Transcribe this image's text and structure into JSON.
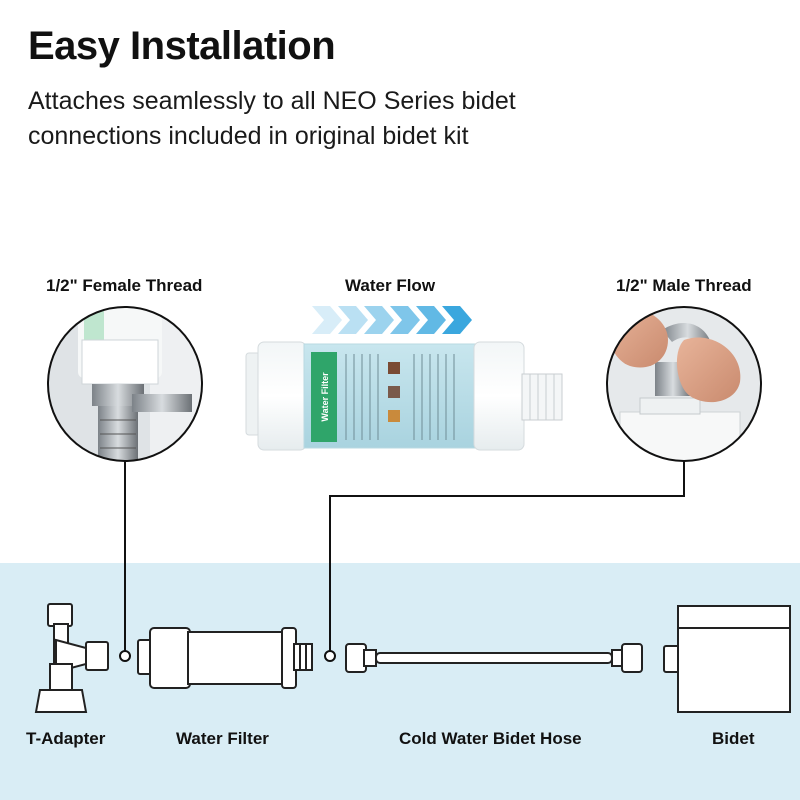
{
  "header": {
    "title": "Easy Installation",
    "subtitle": "Attaches seamlessly to all NEO Series bidet connections included in original bidet kit"
  },
  "callouts": {
    "female_thread": "1/2\" Female Thread",
    "water_flow": "Water Flow",
    "male_thread": "1/2\" Male Thread"
  },
  "filter_label": {
    "band_text": "Water Filter"
  },
  "components": [
    {
      "label": "T-Adapter"
    },
    {
      "label": "Water Filter"
    },
    {
      "label": "Cold Water Bidet Hose"
    },
    {
      "label": "Bidet"
    }
  ],
  "colors": {
    "band": "#d9edf5",
    "flow_arrow": "#3aa7de",
    "filter_green": "#2fa56a"
  }
}
